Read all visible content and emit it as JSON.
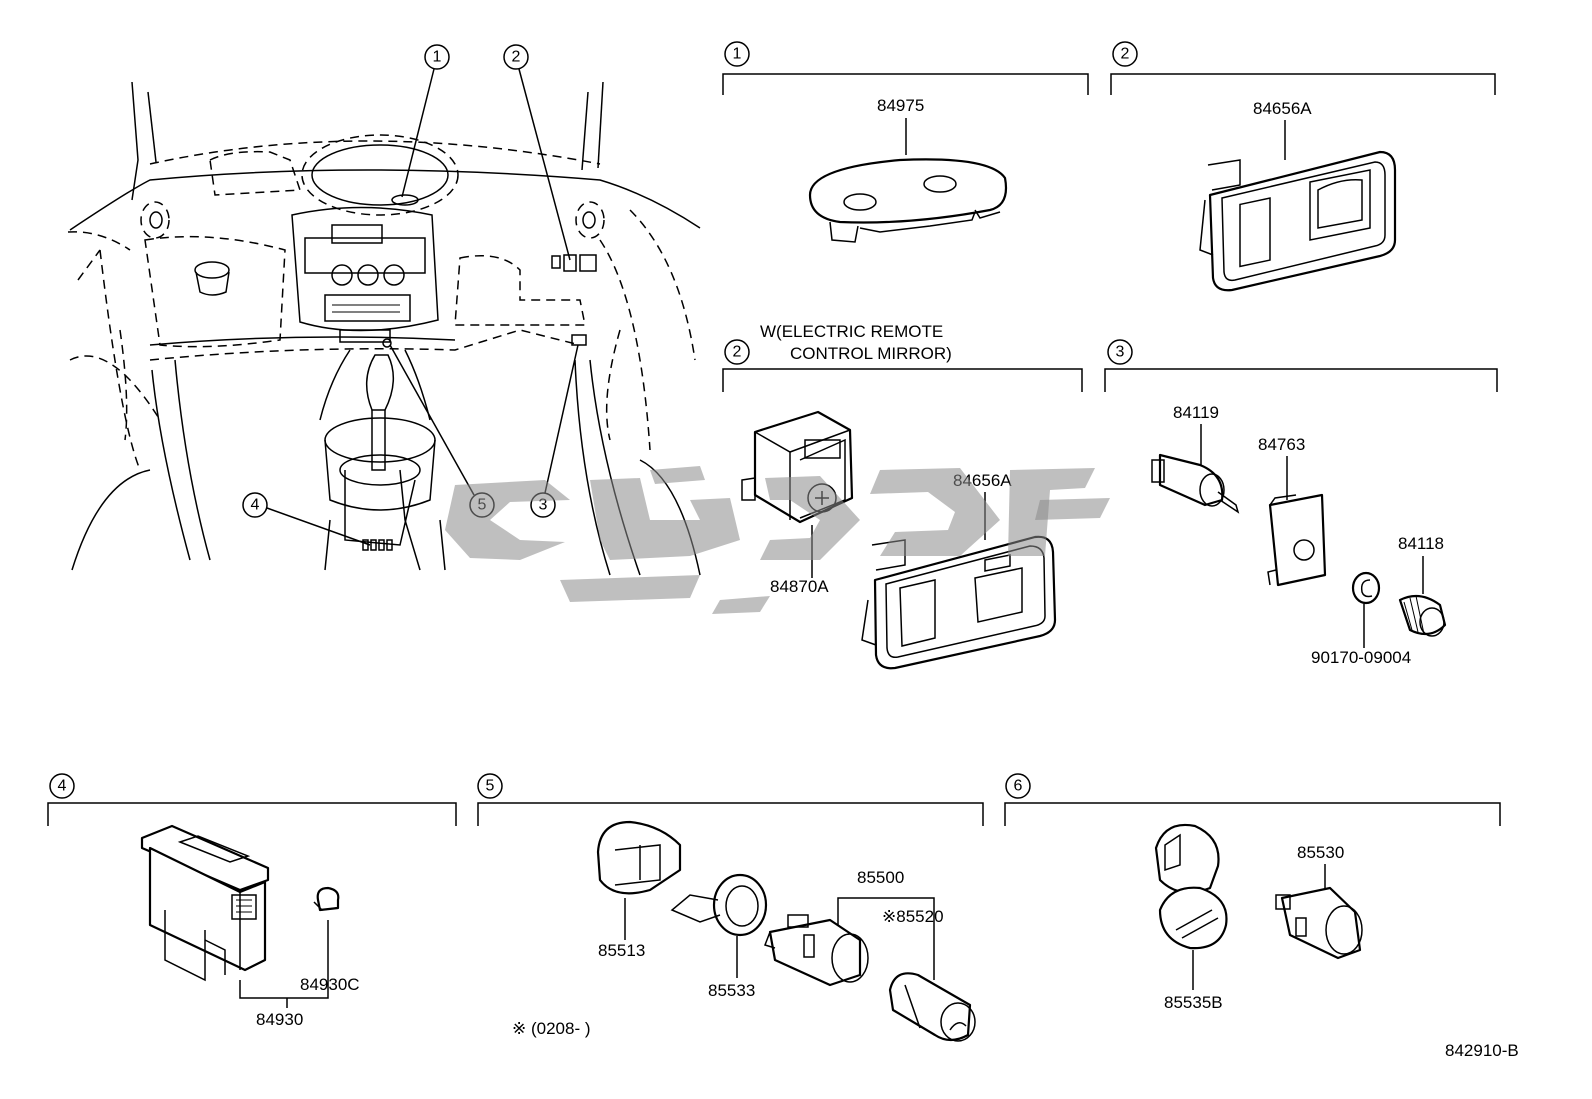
{
  "section_numbers": [
    "1",
    "2",
    "3",
    "4",
    "5",
    "6"
  ],
  "overview_callouts": [
    "1",
    "2",
    "3",
    "4",
    "5"
  ],
  "section_variant": {
    "number": "2",
    "note_line1": "W(ELECTRIC REMOTE",
    "note_line2": "CONTROL MIRROR)"
  },
  "part_numbers": {
    "s1_panel": "84975",
    "s2_panel": "84656A",
    "s2w_switch": "84870A",
    "s2w_panel": "84656A",
    "s3_switch": "84119",
    "s3_bezel": "84763",
    "s3_knob": "84118",
    "s3_clip": "90170-09004",
    "s4_switch": "84930",
    "s4_bulb": "84930C",
    "s5_ring": "85513",
    "s5_holder": "85533",
    "s5_lighter_assy": "85500",
    "s5_lighter": "※85520",
    "s6_socket": "85530",
    "s6_cap": "85535B"
  },
  "footnote": "※ (0208-      )",
  "figure_id": "842910-B",
  "watermark": "logo",
  "colors": {
    "ink": "#000000",
    "paper": "#ffffff",
    "watermark": "#8a8a8a"
  }
}
